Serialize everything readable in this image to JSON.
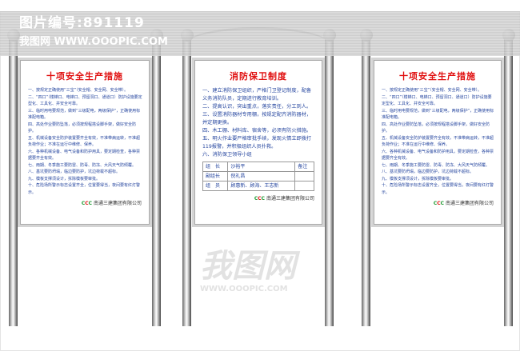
{
  "watermark": {
    "line1": "图片编号:891119",
    "line2": "我图网 WWW.OOOPIC.COM",
    "overlay": "我图网",
    "overlay_url": "WWW.OOOPIC.COM"
  },
  "boards": [
    {
      "title": "十项安全生产措施",
      "items": [
        "一、按规定正确使用“三宝”（安全帽、安全网、安全带）。",
        "二、“四口”（楼梯口、电梯口、预留洞口、通道口）防护设施要定型化、工具化、并安全可靠。",
        "三、临时用电要规范，做到“三级配电，两级保护”，正确使用标准配电箱。",
        "四、高处作业要防坠落，必须按规程搭设脚手架，做好安全防护。",
        "五、机械设备安全防护装置要齐全有效，不准带病运转，不准超负荷作业；不准在运行中维修、保养。",
        "六、各种机械设备、电气设备和防护用具，要定期检查，各种票据要齐全有效。",
        "七、雨期、冬季施工要防雷、防毒、防冻、大风天气防倾覆。",
        "八、基坑要防坍塌，临边要防护，坑边荷载不超标。",
        "九、模板支撑须设计，拆除模板要审批。",
        "十、危险场所警示标志设置齐全，位置要得当，夜间要有红灯警示。"
      ],
      "company": "南通三建集团有限公司"
    },
    {
      "title": "消防保卫制度",
      "items": [
        "一、建立消防保卫组织，严格门卫登记制度，配备义务消防队员，定期进行教育培训。",
        "二、提高认识，突出重点，落实责任，分工到人。",
        "三、设置消防器材专用棚，按规定配齐消防器材，并定期更换。",
        "四、木工棚、材料库、宿舍等，必须有防火措施。",
        "五、明火作业要严格审批手续，发现火情立即拨打119报警，并积极组织人员扑救。",
        "六、消防保卫领导小组"
      ],
      "table": [
        [
          "组　长",
          "沙裕平",
          "备注"
        ],
        [
          "副组长",
          "倪礼昌",
          ""
        ],
        [
          "组　员",
          "顾惠新、顾海、王志新",
          ""
        ]
      ],
      "company": "南通三建集团有限公司"
    },
    {
      "title": "十项安全生产措施",
      "items": [
        "一、按规定正确使用“三宝”（安全帽、安全网、安全带）。",
        "二、“四口”（楼梯口、电梯口、预留洞口、通道口）防护设施要定型化、工具化、并安全可靠。",
        "三、临时用电要规范，做到“三级配电，两级保护”，正确使用标准配电箱。",
        "四、高处作业要防坠落，必须按规程搭设脚手架，做好安全防护。",
        "五、机械设备安全防护装置要齐全有效，不准带病运转，不准超负荷作业；不准在运行中维修、保养。",
        "六、各种机械设备、电气设备和防护用具，要定期检查，各种票据要齐全有效。",
        "七、雨期、冬季施工要防雷、防毒、防冻、大风天气防倾覆。",
        "八、基坑要防坍塌，临边要防护，坑边荷载不超标。",
        "九、模板支撑须设计，拆除模板要审批。",
        "十、危险场所警示标志设置齐全，位置要得当，夜间要有红灯警示。"
      ],
      "company": "南通三建集团有限公司"
    }
  ],
  "colors": {
    "title": "#e01010",
    "text": "#2848a0"
  }
}
